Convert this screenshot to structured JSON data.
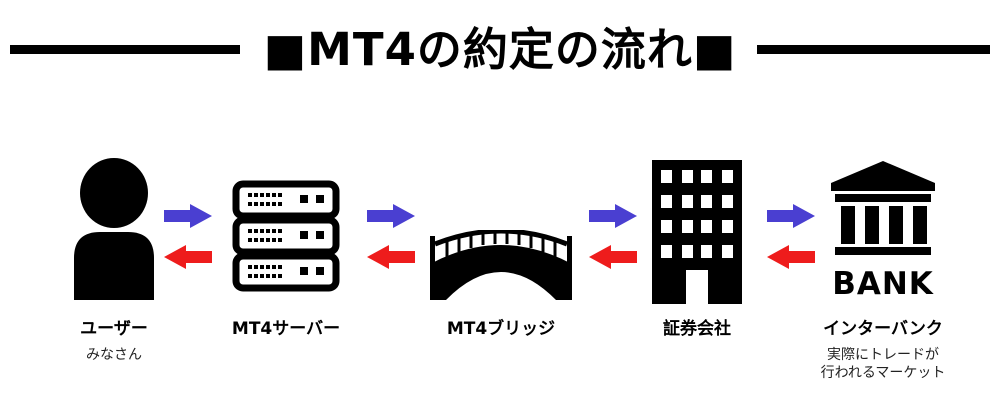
{
  "title": "■MT4の約定の流れ■",
  "nodes": [
    {
      "label": "ユーザー",
      "sublabel": "みなさん",
      "icon": "person-icon"
    },
    {
      "label": "MT4サーバー",
      "sublabel": "",
      "icon": "server-icon"
    },
    {
      "label": "MT4ブリッジ",
      "sublabel": "",
      "icon": "bridge-icon"
    },
    {
      "label": "証券会社",
      "sublabel": "",
      "icon": "office-building-icon"
    },
    {
      "label": "インターバンク",
      "sublabel_line1": "実際にトレードが",
      "sublabel_line2": "行われるマーケット",
      "icon": "bank-icon",
      "icon_text": "BANK"
    }
  ],
  "colors": {
    "forward_arrow": "#4a3fd1",
    "back_arrow": "#ee1c1c",
    "ink": "#000000"
  }
}
